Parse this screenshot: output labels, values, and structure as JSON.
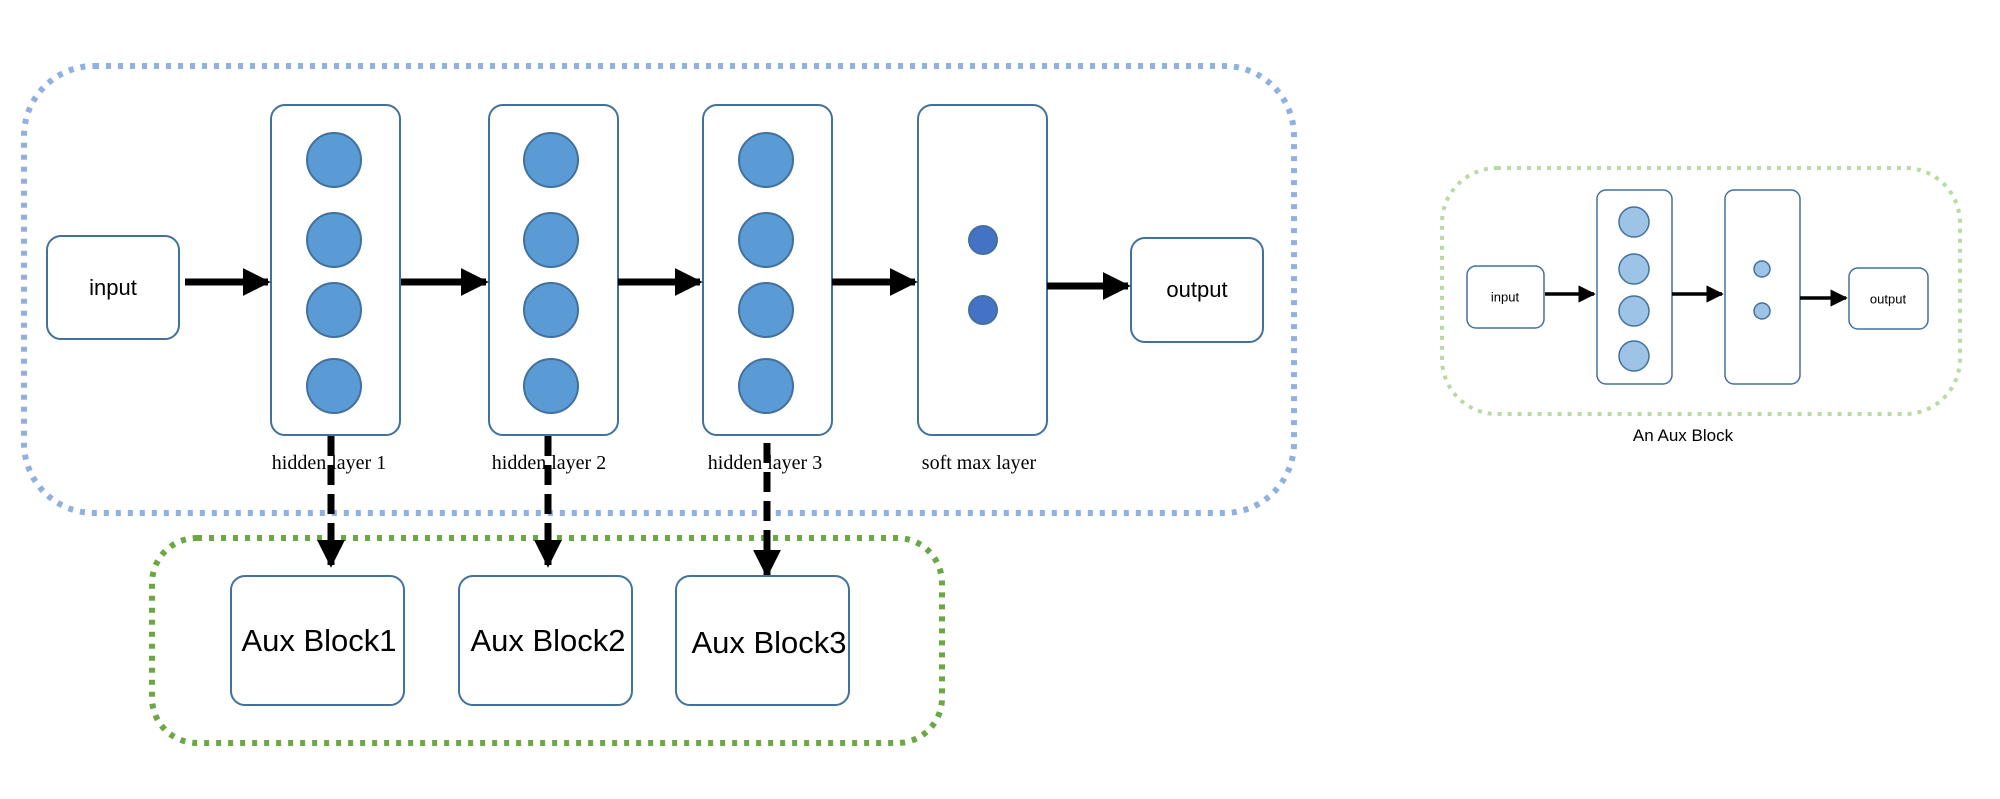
{
  "main_network": {
    "input_label": "input",
    "output_label": "output",
    "layers": [
      {
        "label": "hidden layer 1",
        "neurons": 4
      },
      {
        "label": "hidden layer 2",
        "neurons": 4
      },
      {
        "label": "hidden layer 3",
        "neurons": 4
      },
      {
        "label": "soft max layer",
        "neurons": 2
      }
    ]
  },
  "aux_blocks": [
    "Aux Block1",
    "Aux Block2",
    "Aux Block3"
  ],
  "aux_detail": {
    "title": "An Aux Block",
    "input_label": "input",
    "output_label": "output",
    "layers": [
      {
        "neurons": 4
      },
      {
        "neurons": 2
      }
    ]
  },
  "colors": {
    "main_region_border": "#8fb0e0",
    "aux_region_border": "#6aa843",
    "detail_region_border": "#b9d9a6",
    "box_stroke": "#41719c",
    "neuron_fill": "#5b9bd5",
    "softmax_neuron_fill": "#4472c4",
    "detail_neuron_fill": "#9dc3e6",
    "arrow": "#000000"
  }
}
